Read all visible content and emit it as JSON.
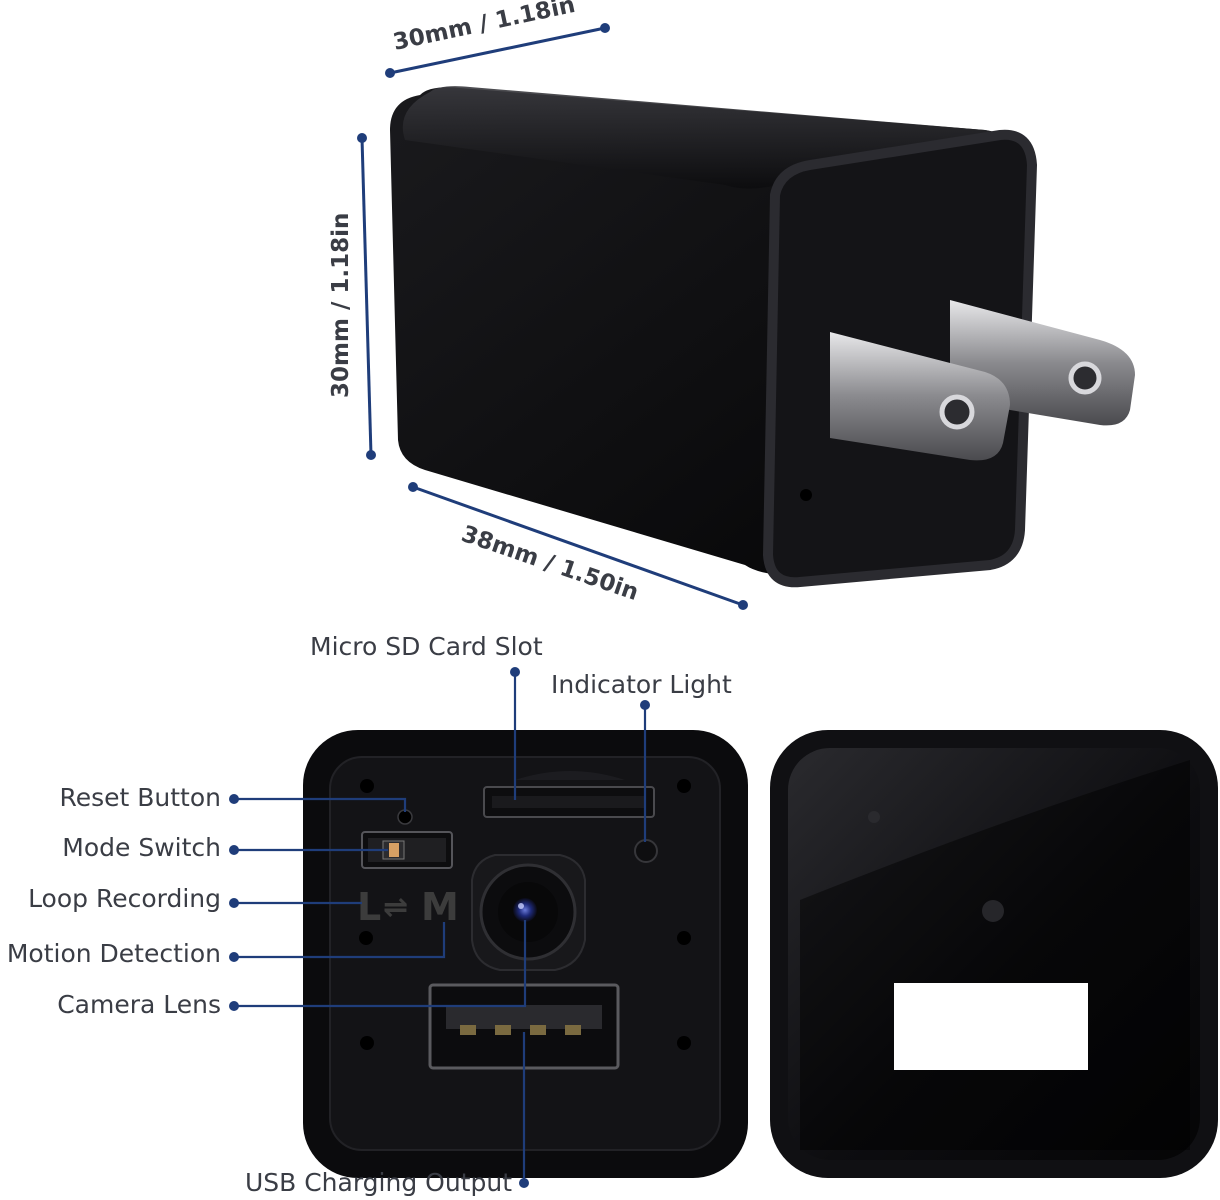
{
  "dimensions": {
    "width": "30mm / 1.18in",
    "height": "30mm / 1.18in",
    "depth": "38mm / 1.50in"
  },
  "callouts": {
    "micro_sd": "Micro SD Card Slot",
    "indicator": "Indicator Light",
    "reset": "Reset Button",
    "mode": "Mode Switch",
    "loop": "Loop Recording",
    "motion": "Motion Detection",
    "lens": "Camera Lens",
    "usb": "USB Charging Output"
  },
  "switch_marks": {
    "left": "L",
    "right": "M",
    "arrow": "⇌"
  },
  "colors": {
    "leader": "#1f3d7a",
    "body": "#0b0b0d",
    "text": "#3a3d45"
  }
}
